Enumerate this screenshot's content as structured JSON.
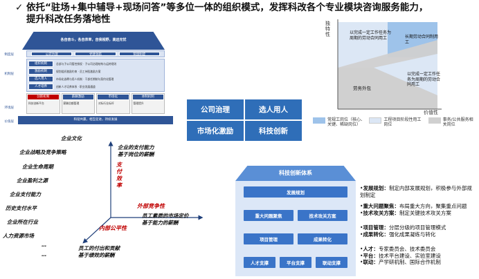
{
  "header": {
    "check": "✓",
    "line1": "依托“驻场+集中辅导+现场问答”等多位一体的组织模式，发挥科改各个专业模块咨询服务能力，",
    "line2": "提升科改任务落地性"
  },
  "temple": {
    "roof_text": "各自奋斗，各自表率，自我视野，高远无忧",
    "side_labels": [
      "制度层",
      "机制层",
      "环境层",
      "价值层"
    ],
    "top_cells": [
      "公司治理",
      "党建领航",
      "管理制度"
    ],
    "rows": [
      {
        "cell": "组织机制",
        "text": "总部与子公司管控授权 · 子公司治理结构与运转规则"
      },
      {
        "cell": "激励机制",
        "text": "规划组织激励约束 · 员工持股激励方案"
      },
      {
        "cell": "选人用人",
        "text": "市场化选聘与用人机制 · 干部任期制与契约化管理"
      },
      {
        "cell": "人才培养",
        "text": "创新人才培养体系 · 职业发展通道"
      }
    ],
    "lower_heads": [
      "创新机制",
      "薪酬激励",
      "市场化",
      "体制机制"
    ],
    "lower_texts": [
      "科技创新平台",
      "薪酬总额管理",
      "对标行业标杆",
      "管理提升"
    ],
    "base_text": "和谐共赢，相互促进，持续发展"
  },
  "center_boxes": [
    "公司治理",
    "选人用人",
    "市场化激励",
    "科技创新"
  ],
  "axes": {
    "top_label_1": "企业的支付能力",
    "top_label_2": "基于岗位的薪酬",
    "vertical_red": [
      "支",
      "付",
      "效",
      "率"
    ],
    "right_red": "外部竞争性",
    "diag_red": "内部公平性",
    "right_label_1": "员工素质的市场定价",
    "right_label_2": "基于能力的薪酬",
    "bottom_label_1": "员工的付出和贡献",
    "bottom_label_2": "基于绩效的薪酬",
    "left_list": [
      "企业文化",
      "企业战略及竞争策略",
      "企业生命周期",
      "企业盈利之源",
      "企业支付能力",
      "历史支付水平",
      "企业所在行业",
      "人力资源市场"
    ],
    "ellipsis_1": "…",
    "ellipsis_2": "…"
  },
  "chart": {
    "ylabel": "独特性",
    "xlabel": "价值性",
    "region_top_left": "以完成一定工作任务为周期的劳动合同用工",
    "region_top_right": "长期劳动合同制用工",
    "region_mid_right": "以完成一定工作任务为周期的劳动合同用工",
    "region_bottom": "劳务外包",
    "legend": [
      {
        "color": "#9ec3ea",
        "text": "常规工岗位（核心、关键、稀缺岗位）"
      },
      {
        "color": "#dce7f5",
        "text": "工程项目阶段性用工岗位"
      },
      {
        "color": "#d0d0d0",
        "text": "事务/公共服务相关岗位"
      }
    ]
  },
  "system": {
    "title": "科技创新体系",
    "buttons": {
      "b1": "发展规划",
      "b2": "重大问题聚焦",
      "b3": "技术攻关方案",
      "b4": "项目管理",
      "b5": "成果转化",
      "b6": "人才支撑",
      "b7": "平台支撑",
      "b8": "联动支撑"
    }
  },
  "bullets": [
    {
      "key": "发展规划：",
      "text": "制定内部发展规划，积极参与外部规划制定"
    },
    {
      "key": "重大问题聚焦：",
      "text": "布局重大方向，聚集重点问题"
    },
    {
      "key": "技术攻关方案：",
      "text": "制定关键技术攻关方案"
    },
    {
      "key": "项目管理：",
      "text": "分层分级的项目管理模式"
    },
    {
      "key": "成果转化：",
      "text": "强化成果凝练与转化"
    },
    {
      "key": "人才：",
      "text": "专家委员会、技术委员会"
    },
    {
      "key": "平台：",
      "text": "技术平台建设、实验室建设"
    },
    {
      "key": "联动：",
      "text": "产学研机制、国际合作机制"
    }
  ]
}
